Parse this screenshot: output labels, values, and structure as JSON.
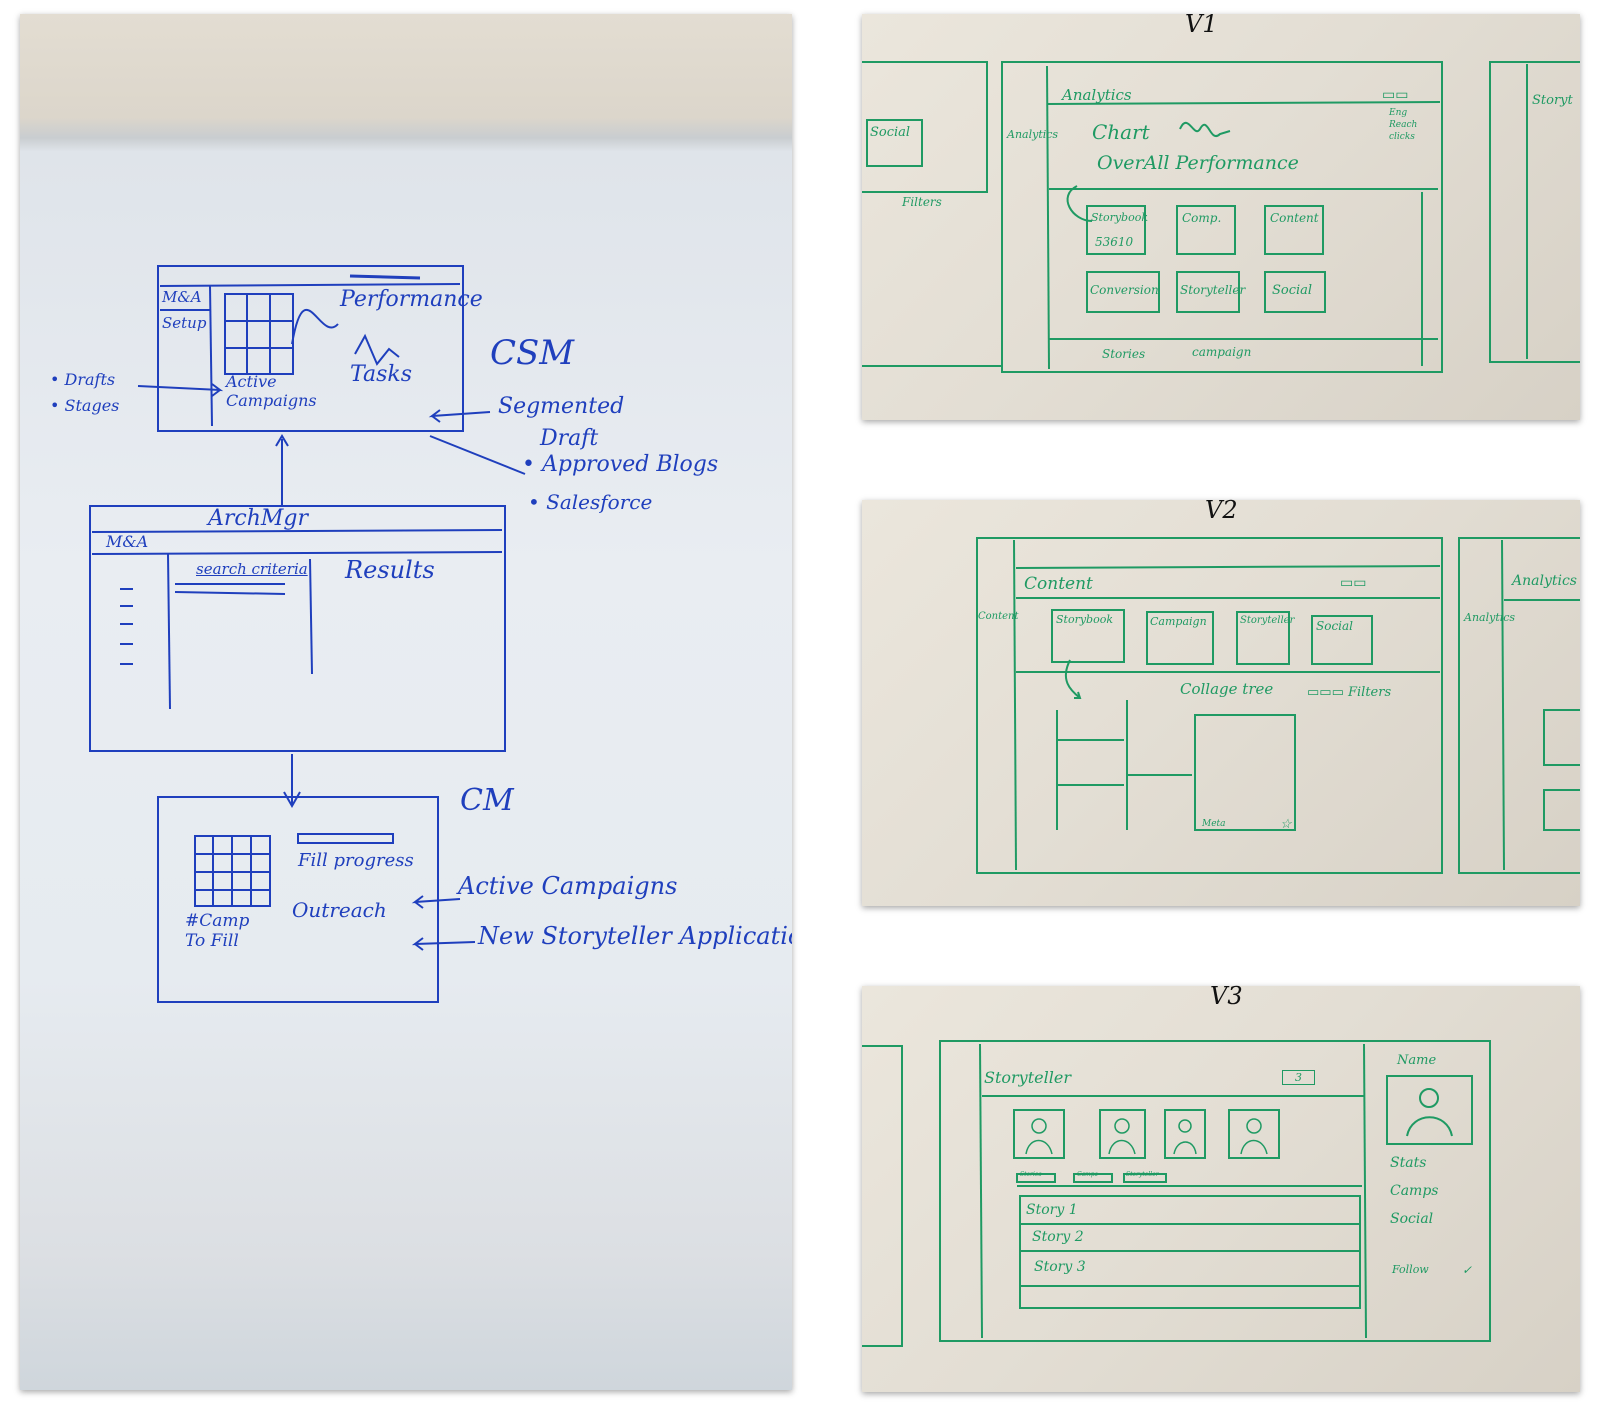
{
  "colors": {
    "blue_marker": "#1f3fbd",
    "green_marker": "#1f9a63"
  },
  "csm": {
    "label": "CSM",
    "sidebar": [
      "M&A",
      "Setup"
    ],
    "performance": "Performance",
    "tasks": "Tasks",
    "active_campaigns": "Active\nCampaigns",
    "bullets": [
      "Drafts",
      "Stages"
    ],
    "notes": [
      "Segmented",
      "Draft",
      "Approved Blogs",
      "Salesforce"
    ]
  },
  "archmgr": {
    "title": "ArchMgr",
    "sidebar": "M&A",
    "search_criteria": "search criteria",
    "results": "Results"
  },
  "cm": {
    "label": "CM",
    "fill_progress": "Fill progress",
    "outreach": "Outreach",
    "camp_to_fill": "#Camp\nTo Fill",
    "notes": [
      "Active Campaigns",
      "New Storyteller Applications"
    ]
  },
  "v1": {
    "label": "V1",
    "left_tile": "Social",
    "filters": "Filters",
    "sidebar_label": "Analytics",
    "header": "Analytics",
    "chart": "Chart",
    "legend": [
      "Eng",
      "Reach",
      "clicks"
    ],
    "overall": "OverAll Performance",
    "tiles": [
      "Storybook",
      "Comp.",
      "Content",
      "Conversion",
      "Storyteller",
      "Social"
    ],
    "tile_value": "53610",
    "bottom": [
      "Stories",
      "campaign"
    ],
    "right_peek": "Storyt"
  },
  "v2": {
    "label": "V2",
    "sidebar_label": "Content",
    "header": "Content",
    "tiles": [
      "Storybook",
      "Campaign",
      "Storyteller",
      "Social"
    ],
    "collage": "Collage tree",
    "filters": "Filters",
    "meta": "Meta",
    "right_sidebar": "Analytics",
    "right_header": "Analytics"
  },
  "v3": {
    "label": "V3",
    "header": "Storyteller",
    "badge": "3",
    "tabs": [
      "Stories",
      "Camps",
      "Storyteller"
    ],
    "stories": [
      "Story 1",
      "Story 2",
      "Story 3"
    ],
    "profile": {
      "name": "Name",
      "items": [
        "Stats",
        "Camps",
        "Social",
        "Follow"
      ]
    }
  }
}
